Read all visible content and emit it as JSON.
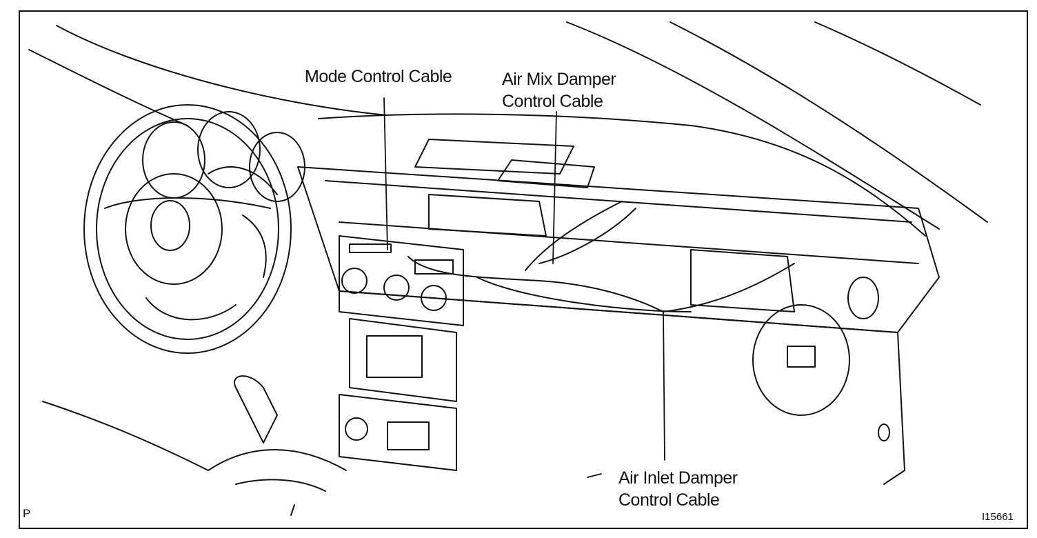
{
  "callouts": {
    "mode": "Mode Control Cable",
    "air_mix_line1": "Air Mix Damper",
    "air_mix_line2": "Control Cable",
    "air_inlet_line1": "Air Inlet Damper",
    "air_inlet_line2": "Control Cable"
  },
  "corner": {
    "left": "P",
    "right": "I15661"
  },
  "colors": {
    "ink": "#111111",
    "paper": "#ffffff"
  }
}
